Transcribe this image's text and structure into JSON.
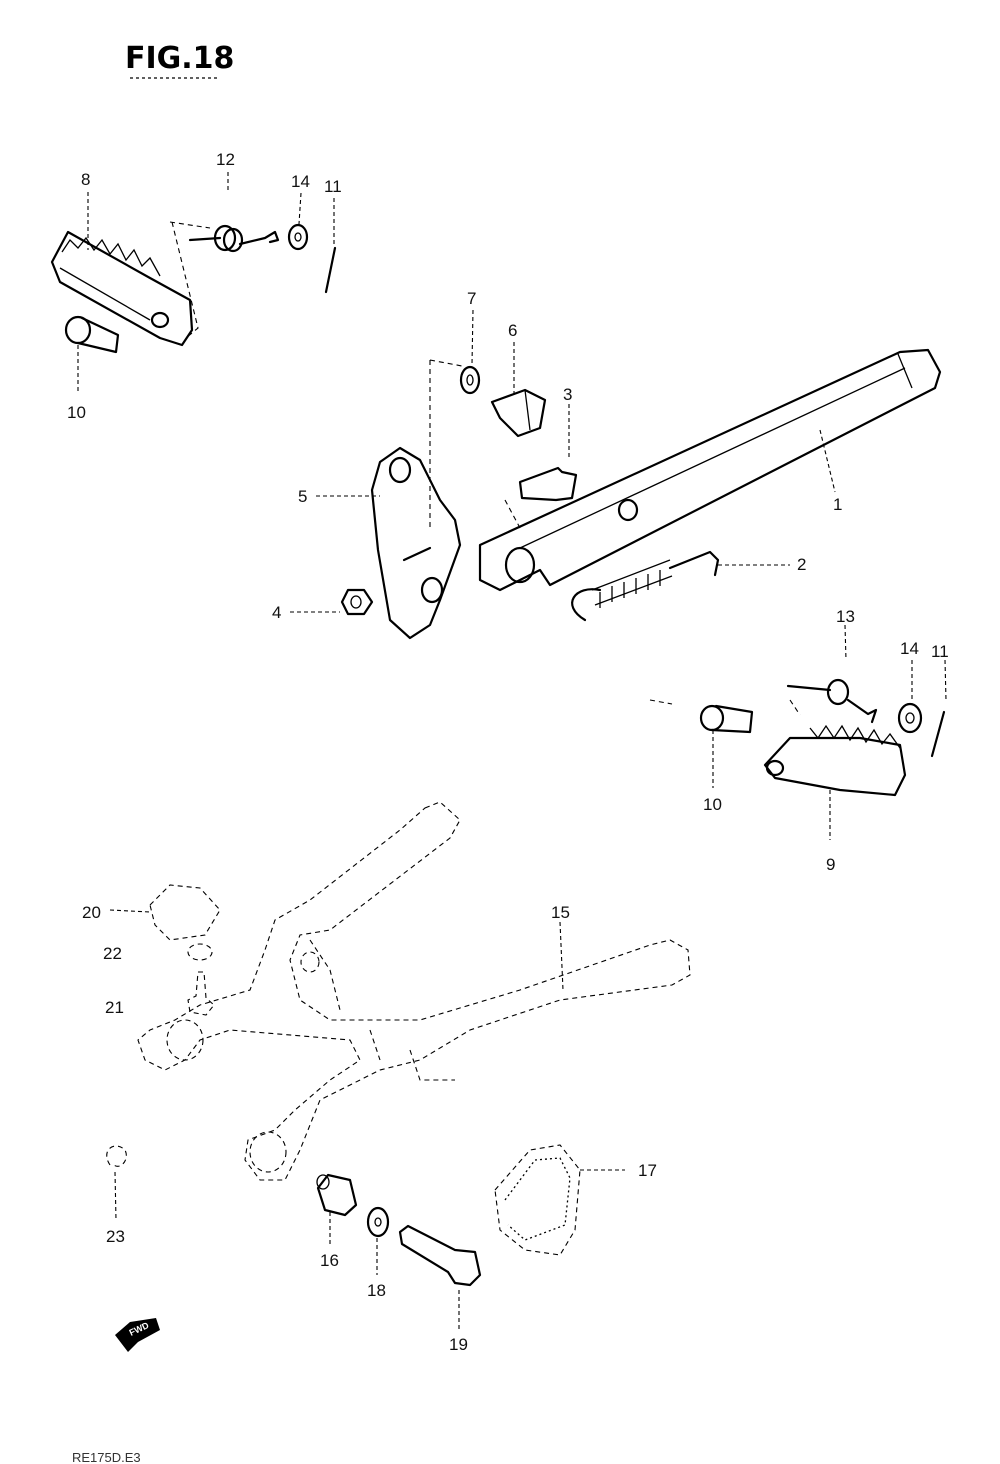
{
  "figure": {
    "title": "FIG.18",
    "footer_code": "RE175D.E3",
    "fwd_label": "FWD"
  },
  "callouts": {
    "c1": "1",
    "c2": "2",
    "c3": "3",
    "c4": "4",
    "c5": "5",
    "c6": "6",
    "c7": "7",
    "c8": "8",
    "c9": "9",
    "c10a": "10",
    "c10b": "10",
    "c11a": "11",
    "c11b": "11",
    "c12": "12",
    "c13": "13",
    "c14a": "14",
    "c14b": "14",
    "c15": "15",
    "c16": "16",
    "c17": "17",
    "c18": "18",
    "c19": "19",
    "c20": "20",
    "c21": "21",
    "c22": "22",
    "c23": "23"
  }
}
